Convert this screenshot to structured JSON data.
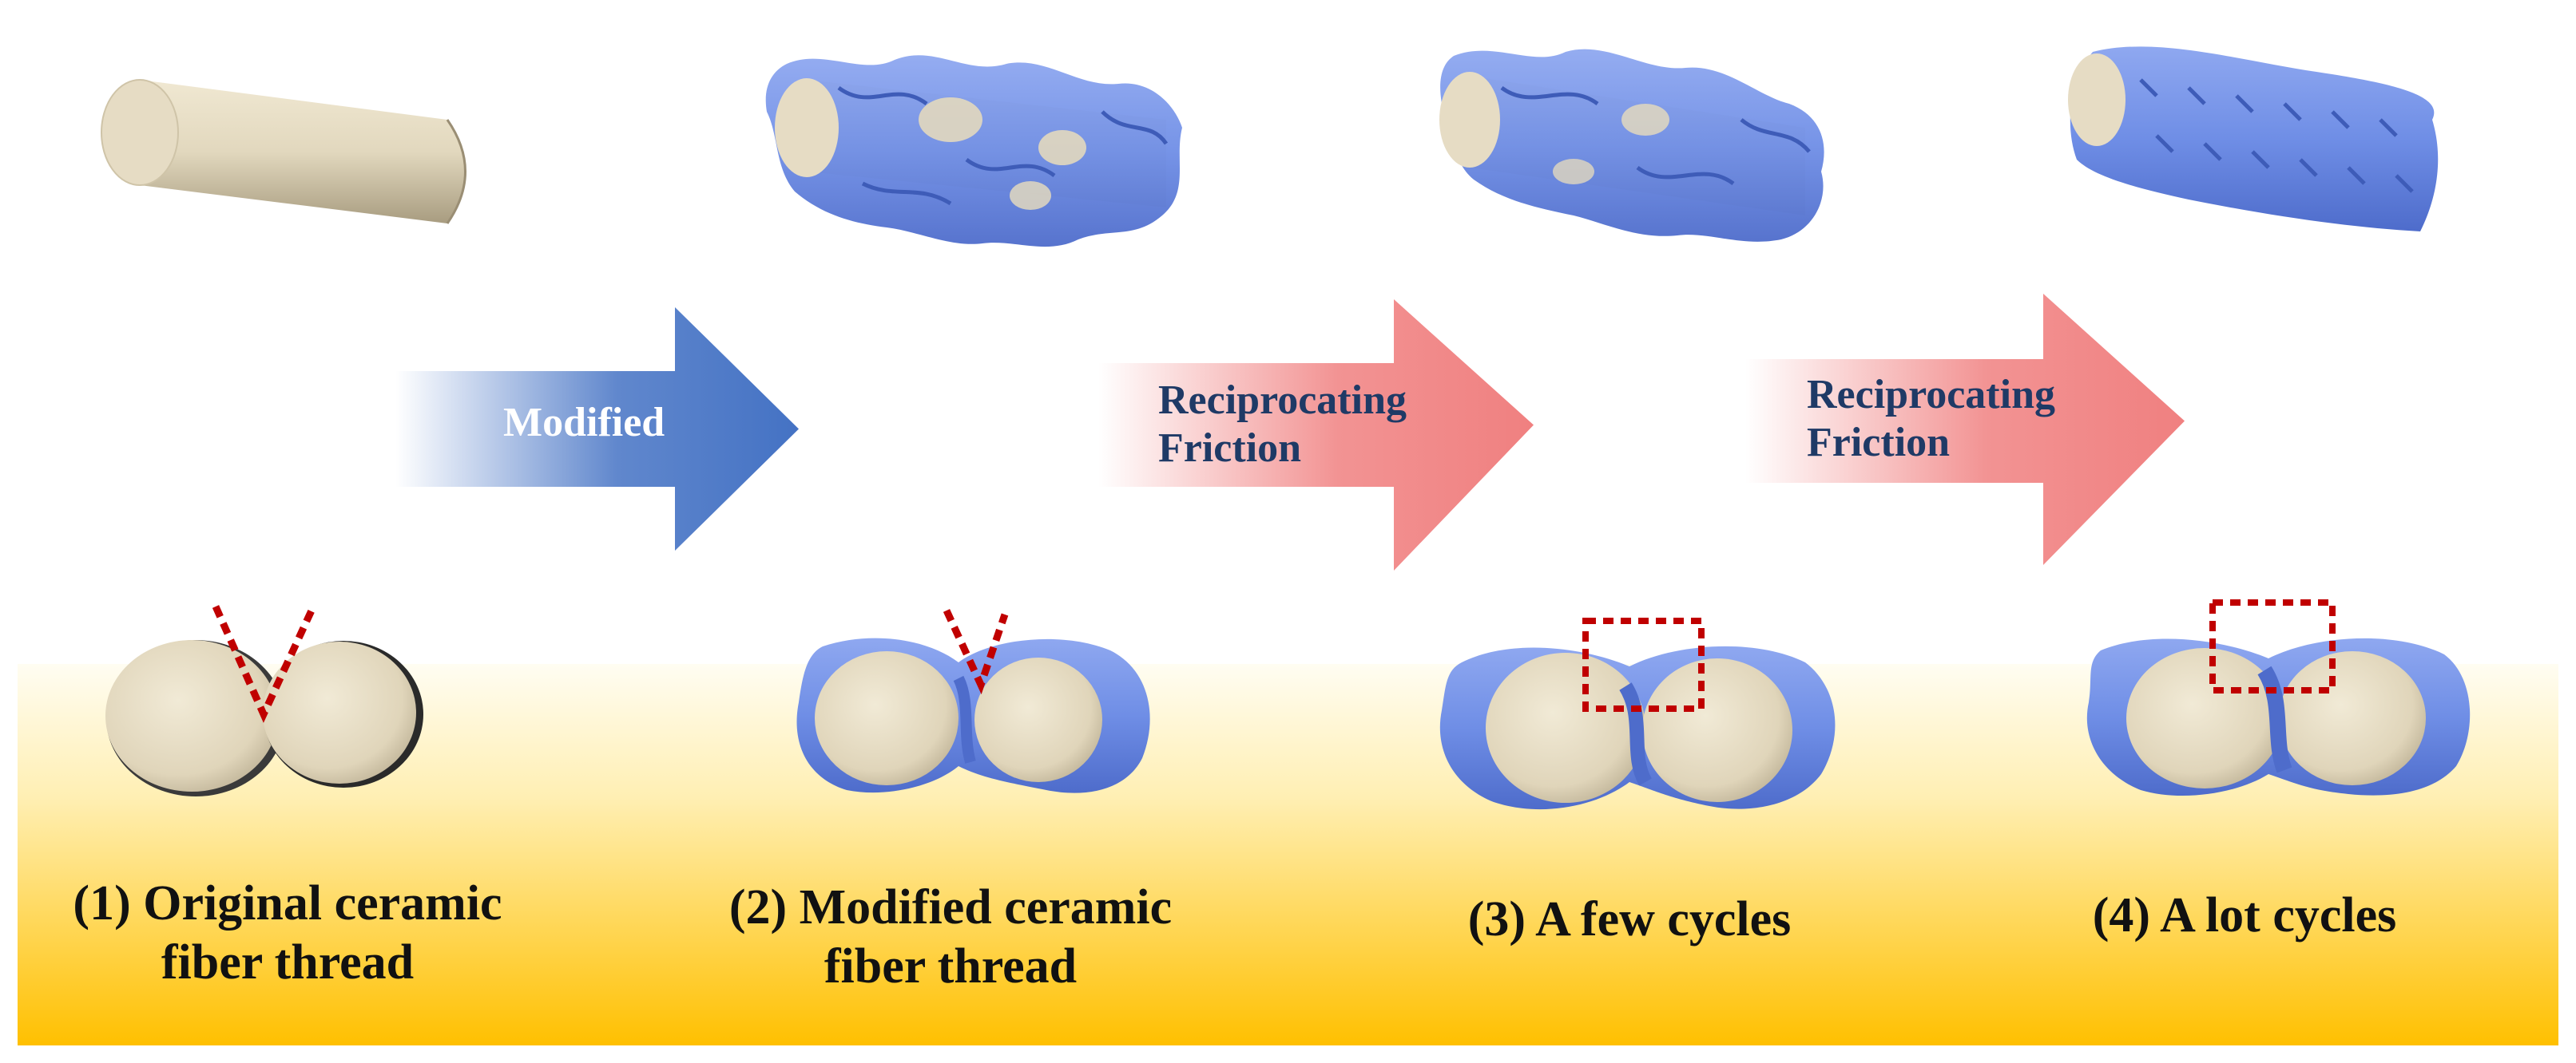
{
  "colors": {
    "arrow_blue": "#4472C4",
    "arrow_red": "#F08080",
    "label_navy": "#1F3A66",
    "fiber": "#E2D8BE",
    "coating": "#6F8EE6",
    "marker": "#C00000",
    "band_top": "#FFFDF2",
    "band_bottom": "#FFC000"
  },
  "arrows": [
    {
      "lines": [
        "Modified"
      ],
      "style": "blue"
    },
    {
      "lines": [
        "Reciprocating",
        "Friction"
      ],
      "style": "red"
    },
    {
      "lines": [
        "Reciprocating",
        "Friction"
      ],
      "style": "red"
    }
  ],
  "stages": [
    {
      "caption": "(1) Original ceramic\nfiber thread",
      "coated": false
    },
    {
      "caption": "(2) Modified ceramic\nfiber thread",
      "coated": true
    },
    {
      "caption": "(3) A  few cycles",
      "coated": true
    },
    {
      "caption": "(4) A lot cycles",
      "coated": true
    }
  ]
}
